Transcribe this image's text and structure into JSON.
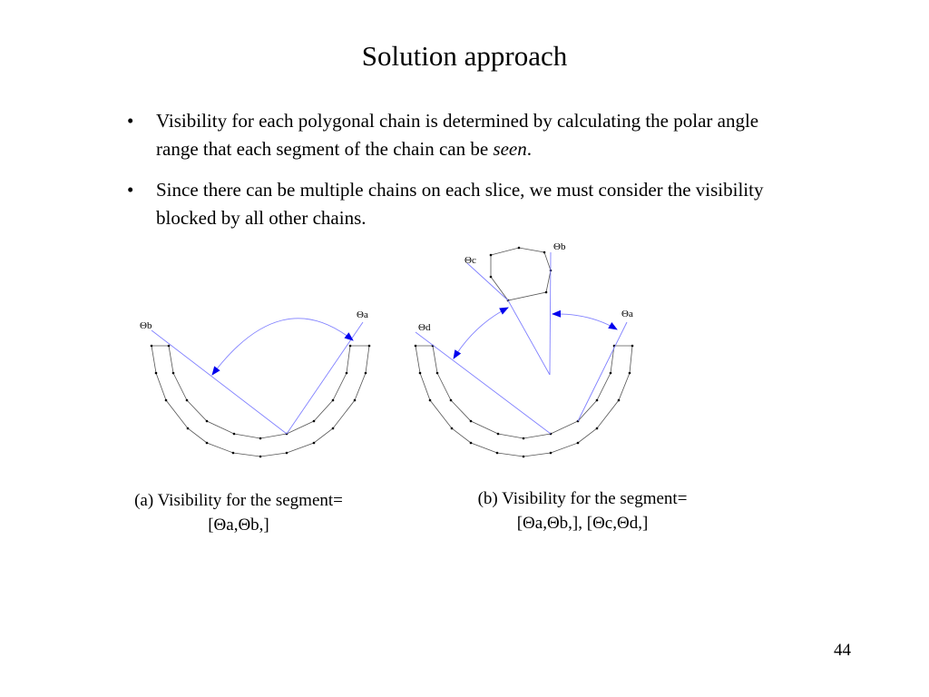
{
  "slide": {
    "title": "Solution approach",
    "bullets": [
      {
        "text_before": "Visibility for each polygonal chain is determined by calculating the polar angle range that each segment of the chain can be ",
        "emph": "seen",
        "text_after": "."
      },
      {
        "text_before": "Since there can be multiple chains on each slice, we must consider the visibility blocked by all other chains.",
        "emph": "",
        "text_after": ""
      }
    ],
    "bullet_glyph": "•",
    "page_number": "44"
  },
  "diagram_a": {
    "label_a": "Θa",
    "label_b": "Θb",
    "caption_line1": "(a) Visibility for the segment=",
    "caption_line2": "[Θa,Θb,]"
  },
  "diagram_b": {
    "label_a": "Θa",
    "label_b": "Θb",
    "label_c": "Θc",
    "label_d": "Θd",
    "caption_line1": "(b) Visibility for the segment=",
    "caption_line2": "[Θa,Θb,], [Θc,Θd,]"
  },
  "colors": {
    "sight_line": "#8080ff",
    "arrow_fill": "#0000ee",
    "chain_line": "#555555"
  }
}
